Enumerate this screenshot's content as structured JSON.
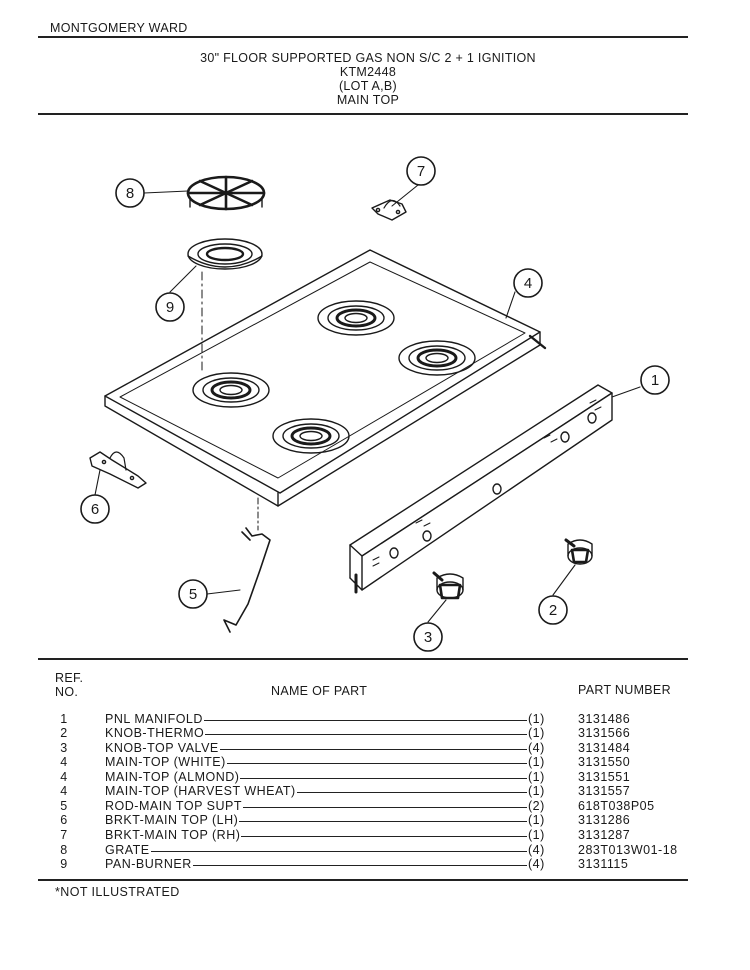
{
  "brand": "MONTGOMERY WARD",
  "title_lines": [
    "30\" FLOOR SUPPORTED GAS NON S/C 2 + 1 IGNITION",
    "KTM2448",
    "(LOT A,B)",
    "MAIN TOP"
  ],
  "callouts": [
    "1",
    "2",
    "3",
    "4",
    "5",
    "6",
    "7",
    "8",
    "9"
  ],
  "table": {
    "ref_header_1": "REF.",
    "ref_header_2": "NO.",
    "name_header": "NAME OF PART",
    "part_header": "PART NUMBER",
    "rows": [
      {
        "ref": "1",
        "name": "PNL MANIFOLD",
        "qty": "(1)",
        "part": "3131486"
      },
      {
        "ref": "2",
        "name": "KNOB-THERMO",
        "qty": "(1)",
        "part": "3131566"
      },
      {
        "ref": "3",
        "name": "KNOB-TOP VALVE",
        "qty": "(4)",
        "part": "3131484"
      },
      {
        "ref": "4",
        "name": "MAIN-TOP (WHITE)",
        "qty": "(1)",
        "part": "3131550"
      },
      {
        "ref": "4",
        "name": "MAIN-TOP (ALMOND)",
        "qty": "(1)",
        "part": "3131551"
      },
      {
        "ref": "4",
        "name": "MAIN-TOP (HARVEST WHEAT)",
        "qty": "(1)",
        "part": "3131557"
      },
      {
        "ref": "5",
        "name": "ROD-MAIN TOP SUPT",
        "qty": "(2)",
        "part": "618T038P05"
      },
      {
        "ref": "6",
        "name": "BRKT-MAIN TOP (LH)",
        "qty": "(1)",
        "part": "3131286"
      },
      {
        "ref": "7",
        "name": "BRKT-MAIN TOP (RH)",
        "qty": "(1)",
        "part": "3131287"
      },
      {
        "ref": "8",
        "name": "GRATE",
        "qty": "(4)",
        "part": "283T013W01-18"
      },
      {
        "ref": "9",
        "name": "PAN-BURNER",
        "qty": "(4)",
        "part": "3131115"
      }
    ]
  },
  "note": "*NOT ILLUSTRATED"
}
